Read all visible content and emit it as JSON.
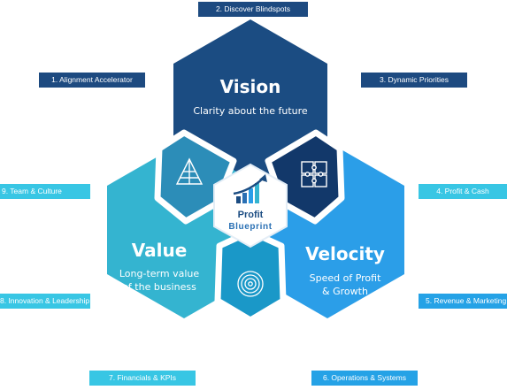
{
  "hexes": {
    "vision": {
      "title": "Vision",
      "subtitle": "Clarity about the future",
      "color": "#1b4c82"
    },
    "value": {
      "title": "Value",
      "subtitle_lines": [
        "Long-term value",
        "of the business"
      ],
      "color": "#34b4d0"
    },
    "velocity": {
      "title": "Velocity",
      "subtitle_lines": [
        "Speed of Profit",
        "& Growth"
      ],
      "color": "#2b9ee8"
    }
  },
  "center": {
    "line1": "Profit",
    "line2": "Blueprint",
    "accent": "#1b4c82"
  },
  "icons": [
    "pyramid-icon",
    "puzzle-icon",
    "target-icon"
  ],
  "tags": [
    {
      "label": "1. Alignment Accelerator",
      "color": "navy"
    },
    {
      "label": "2. Discover Blindspots",
      "color": "navy"
    },
    {
      "label": "3. Dynamic Priorities",
      "color": "navy"
    },
    {
      "label": "4. Profit & Cash",
      "color": "cyan"
    },
    {
      "label": "5. Revenue & Marketing",
      "color": "blue"
    },
    {
      "label": "6. Operations & Systems",
      "color": "blue"
    },
    {
      "label": "7. Financials & KPIs",
      "color": "cyan"
    },
    {
      "label": "8. Innovation & Leadership",
      "color": "cyan"
    },
    {
      "label": "9. Team & Culture",
      "color": "cyan"
    }
  ]
}
